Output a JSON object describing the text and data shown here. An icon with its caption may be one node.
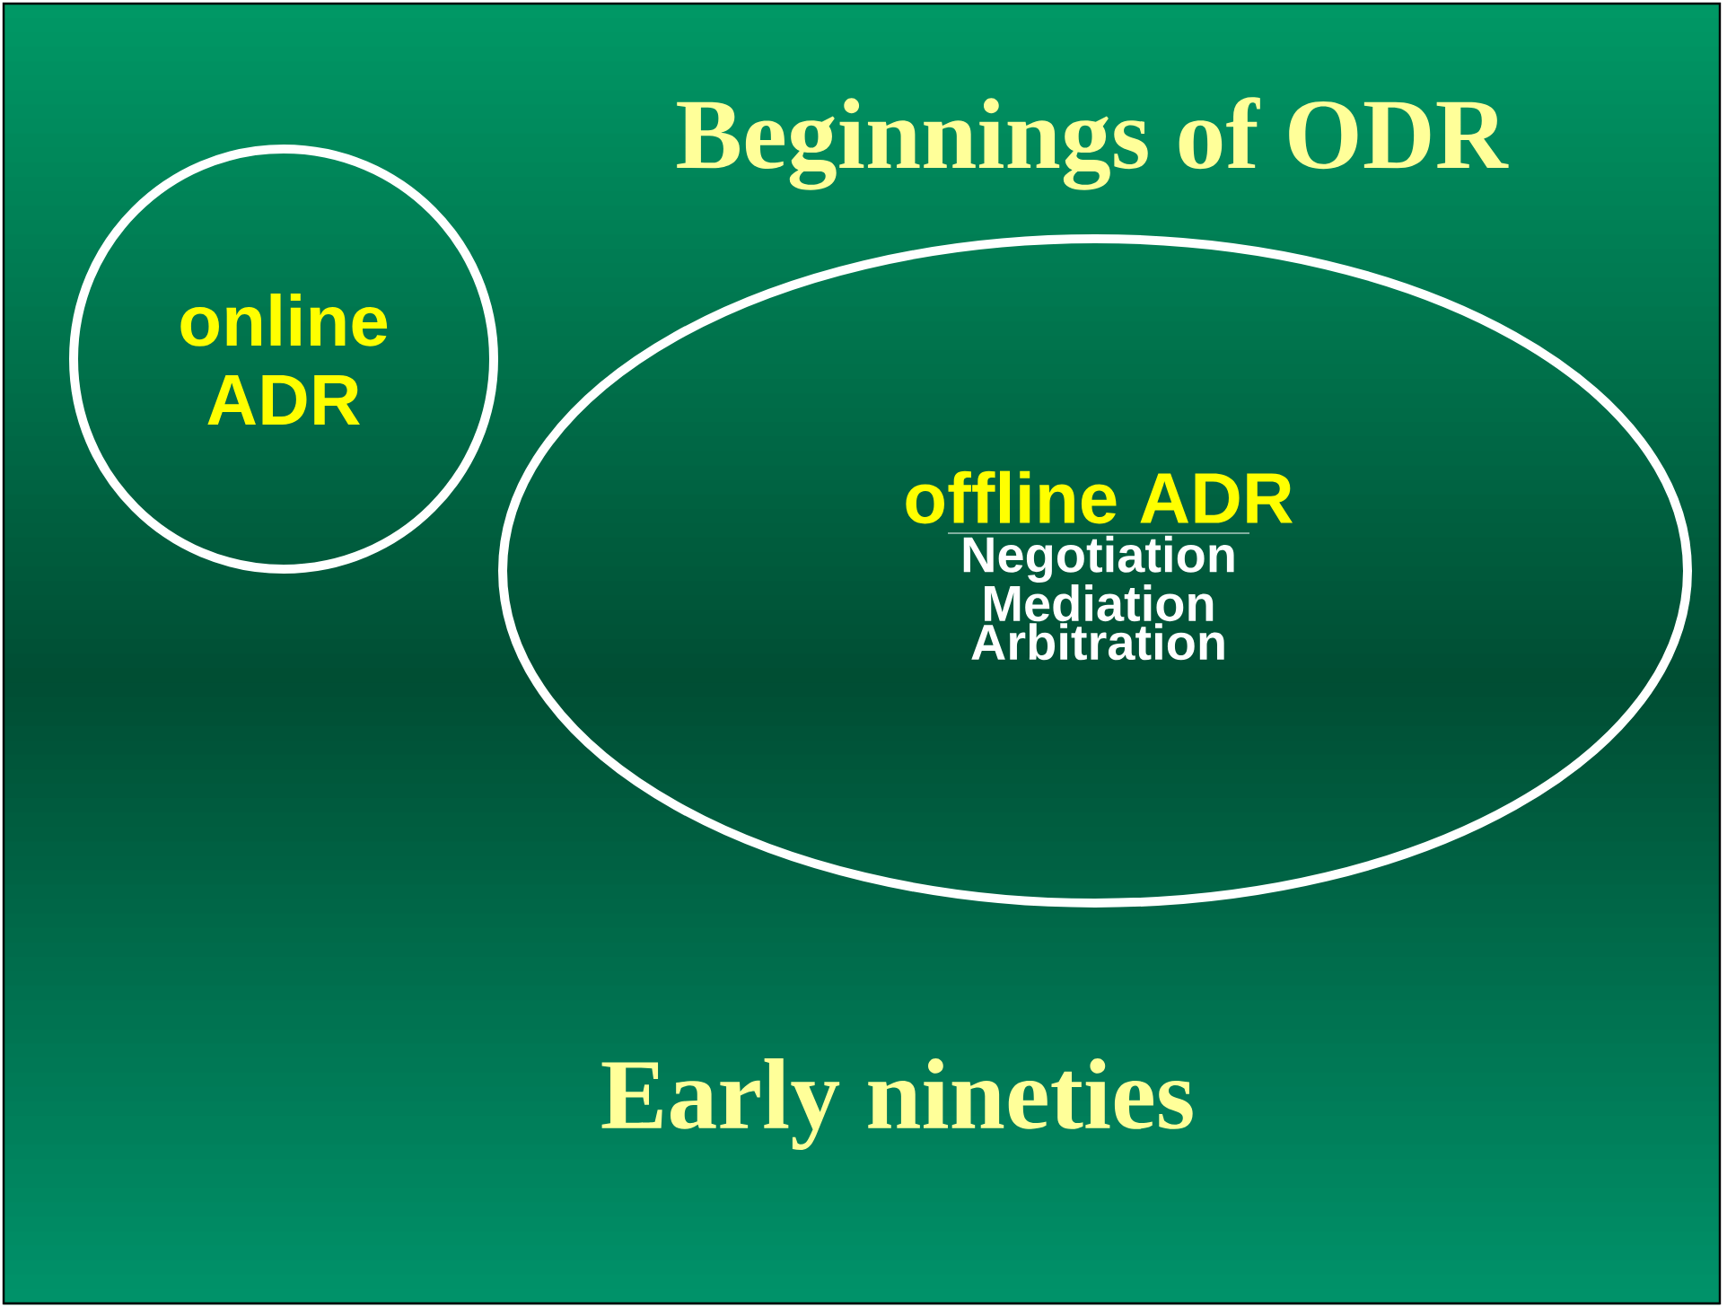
{
  "diagram": {
    "title": "Beginnings of ODR",
    "nodes": [
      {
        "text": [
          "online ADR"
        ]
      },
      {
        "text": [
          "offline ADR",
          "Negotiation",
          "Mediation",
          "Arbitration"
        ]
      }
    ],
    "labels": [
      "Early nineties"
    ]
  }
}
